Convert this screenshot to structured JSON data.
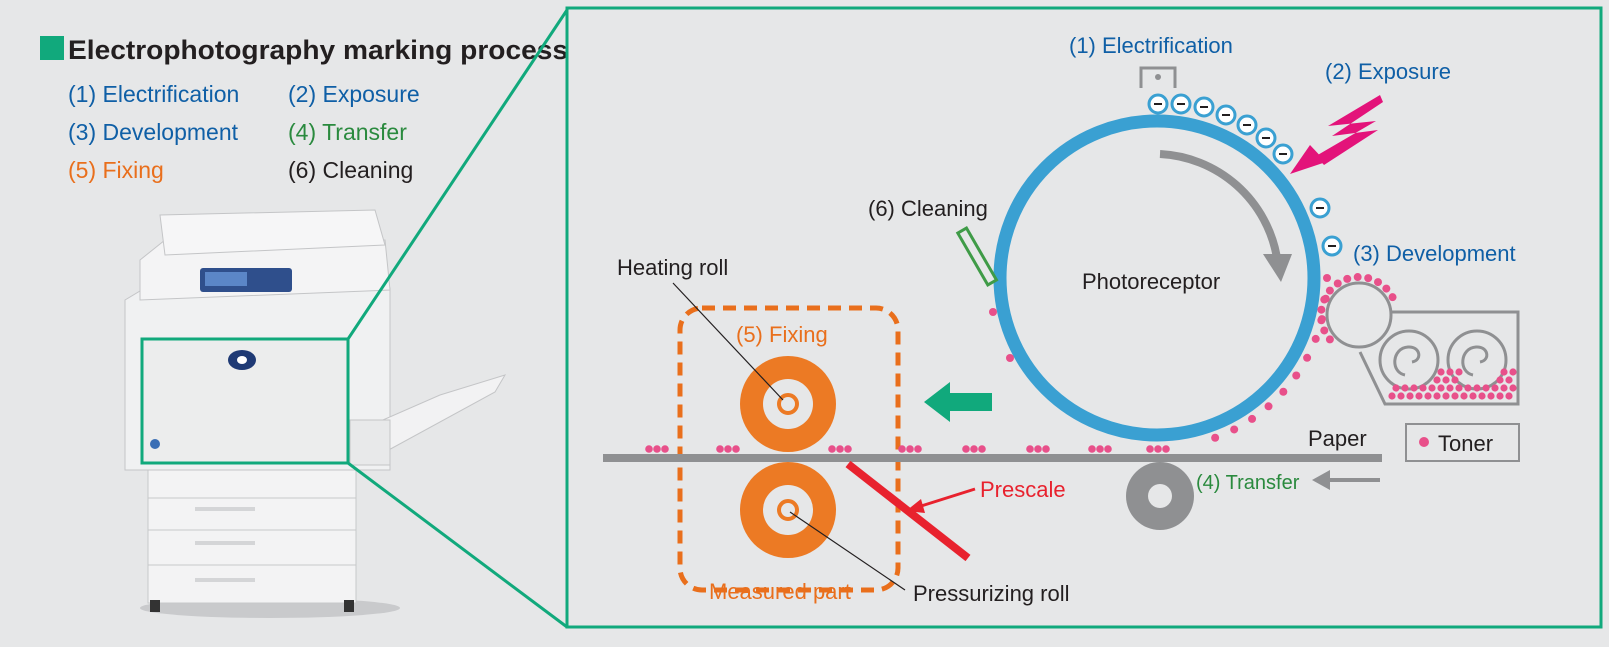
{
  "colors": {
    "accent_green": "#11a97c",
    "blue": "#0f5fa6",
    "green": "#2a8a3e",
    "orange": "#e96f1c",
    "dark": "#231f20",
    "photoreceptor_ring": "#3aa0d2",
    "toner": "#e8508a",
    "exposure": "#e3137a",
    "prescale": "#e8222e",
    "grey": "#8f9092",
    "panel_bg": "#e6e7e8"
  },
  "legend_panel": {
    "title": "Electrophotography marking process",
    "steps": [
      {
        "label": "(1) Electrification",
        "color": "blue"
      },
      {
        "label": "(2) Exposure",
        "color": "blue"
      },
      {
        "label": "(3) Development",
        "color": "blue"
      },
      {
        "label": "(4) Transfer",
        "color": "green"
      },
      {
        "label": "(5) Fixing",
        "color": "orange"
      },
      {
        "label": "(6) Cleaning",
        "color": "dark"
      }
    ]
  },
  "diagram": {
    "electrification_label": "(1) Electrification",
    "exposure_label": "(2) Exposure",
    "development_label": "(3) Development",
    "transfer_label": "(4) Transfer",
    "fixing_label": "(5) Fixing",
    "cleaning_label": "(6) Cleaning",
    "photoreceptor_label": "Photoreceptor",
    "heating_roll_label": "Heating roll",
    "pressurizing_roll_label": "Pressurizing roll",
    "measured_part_label": "Measured part",
    "prescale_label": "Prescale",
    "paper_label": "Paper",
    "toner_legend_label": "Toner"
  }
}
